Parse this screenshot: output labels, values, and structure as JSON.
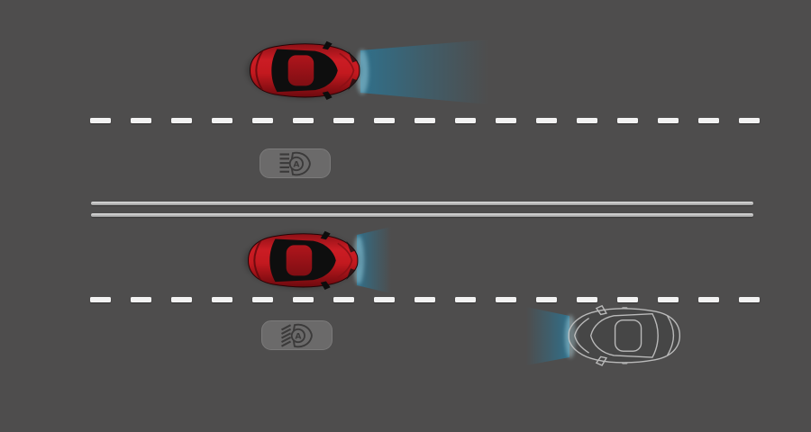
{
  "diagram": {
    "subject": "auto-high-beam-headlight-road-scene",
    "indicator_letter_top": "A",
    "indicator_letter_bottom": "A"
  },
  "road": {
    "dash_count_top": 17,
    "dash_count_bottom": 17,
    "divider_style": "double-solid-line"
  },
  "icons": {
    "top_indicator": "auto-high-beam-icon",
    "bottom_indicator": "auto-dipped-beam-icon"
  },
  "vehicles": {
    "top_lane": "red-car-heading-right-high-beam",
    "bottom_lane": "red-car-heading-right-dipped-beam",
    "oncoming": "outlined-car-heading-left-dipped-beam"
  },
  "colors": {
    "background": "#4e4d4d",
    "lane_dash": "#f2f2f2",
    "divider_light": "#e0e0e0",
    "divider_dark": "#9c9c9c",
    "beam_teal": "#2d7390",
    "car_red": "#c41a22",
    "car_red_dark": "#6d090e",
    "glass_black": "#0e0e0e",
    "badge_fill": "#6b6a6a",
    "badge_border": "#7b7a7a",
    "icon_ink": "#3b3a3a",
    "outline_car": "#c6c6c6"
  }
}
